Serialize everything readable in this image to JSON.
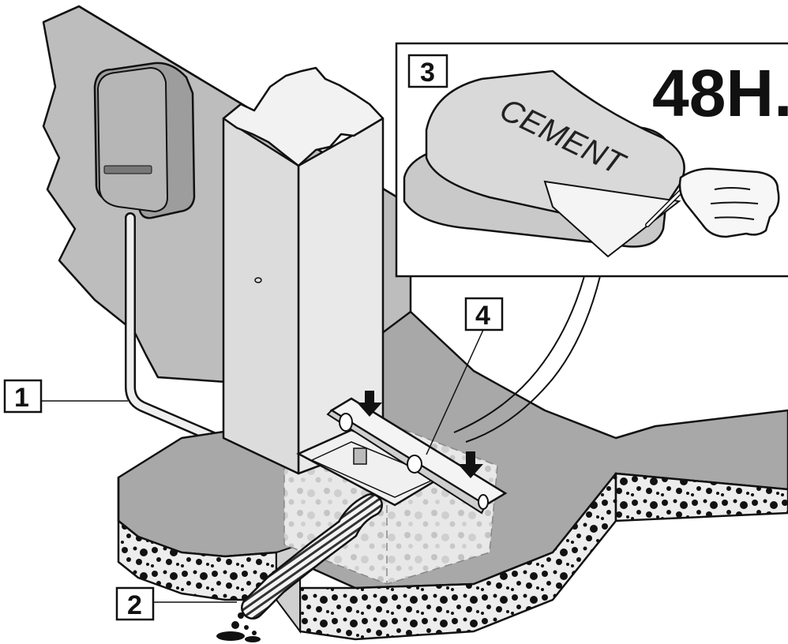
{
  "callouts": {
    "c1": "1",
    "c2": "2",
    "c3": "3",
    "c4": "4"
  },
  "inset": {
    "cure_time": "48H.",
    "bag_label": "CEMENT"
  },
  "colors": {
    "wall": "#bdbdbd",
    "post": "#e4e4e4",
    "slab_top": "#a8a8a8",
    "slab_side": "#eeeeee",
    "footing": "#e6e6e6",
    "stroke": "#111111"
  }
}
